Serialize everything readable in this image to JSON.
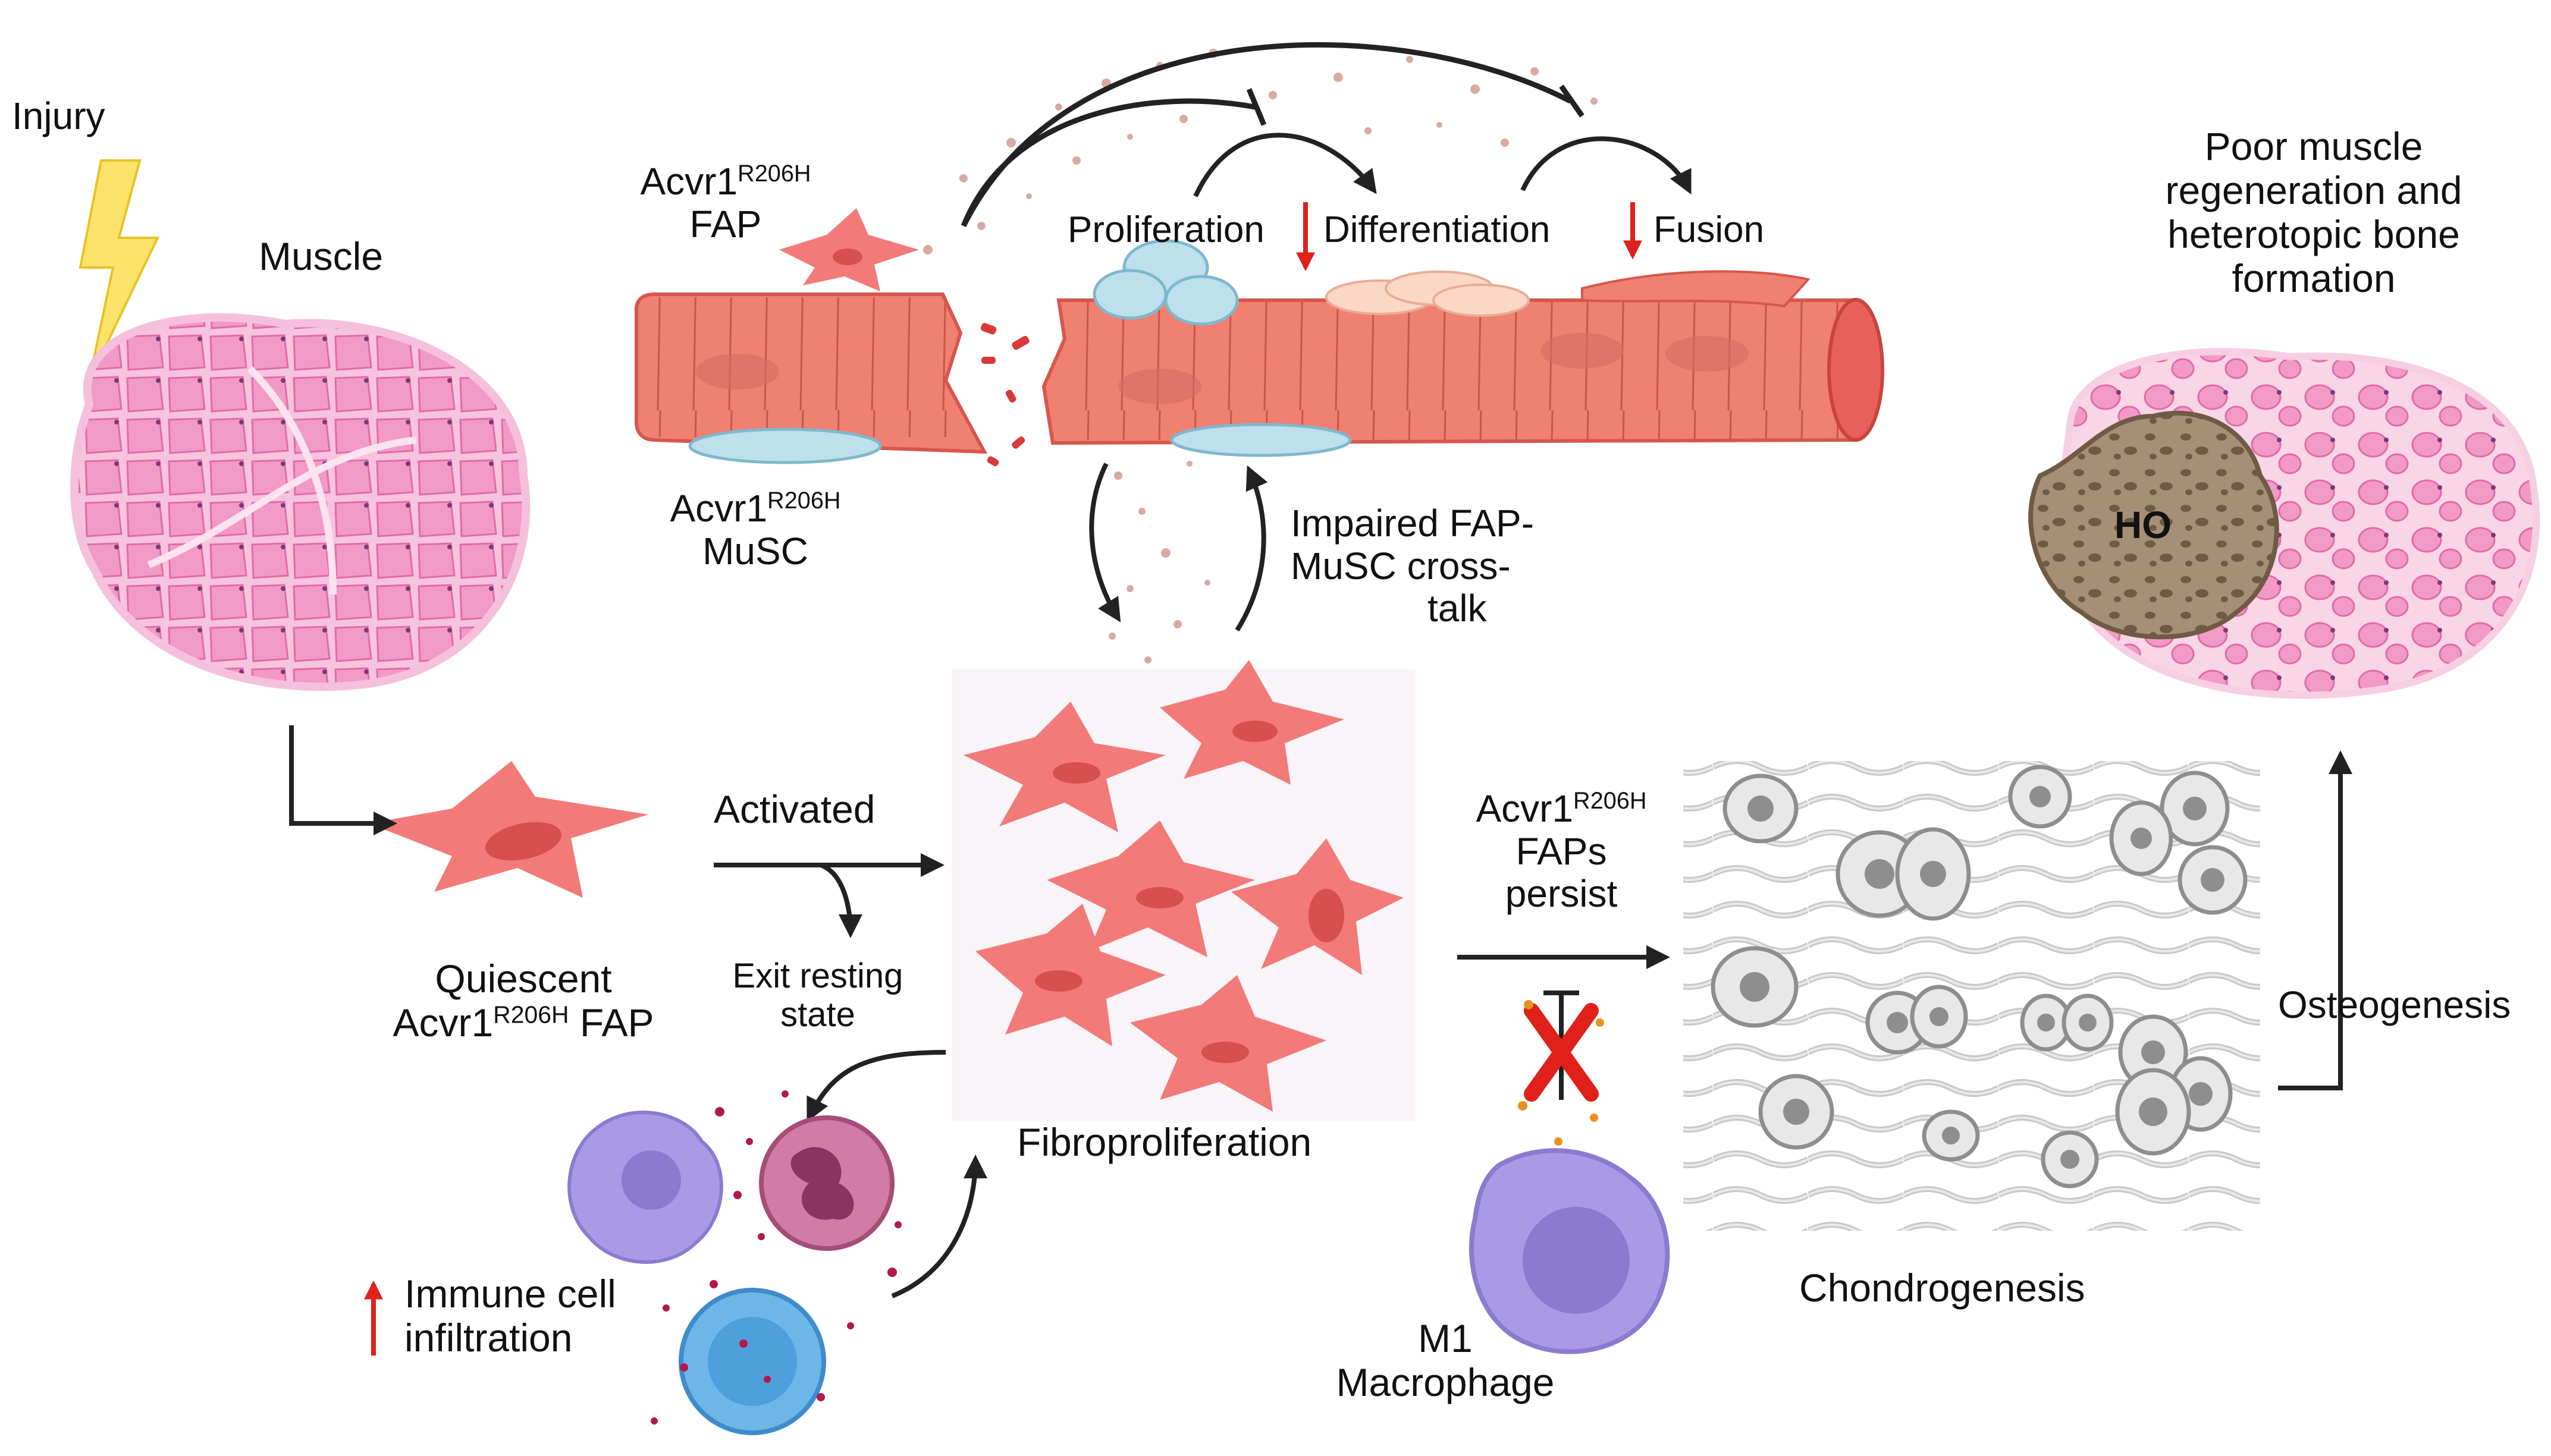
{
  "labels": {
    "injury": "Injury",
    "muscle": "Muscle",
    "acvr1": "Acvr1",
    "r206h": "R206H",
    "fap": "FAP",
    "fap_space": " FAP",
    "musc": "MuSC",
    "proliferation": "Proliferation",
    "differentiation": "Differentiation",
    "fusion": "Fusion",
    "impaired_1": "Impaired FAP-",
    "impaired_2": "MuSC cross-",
    "impaired_3": "talk",
    "poor_1": "Poor muscle",
    "poor_2": "regeneration and",
    "poor_3": "heterotopic bone",
    "poor_4": "formation",
    "ho": "HO",
    "quiescent": "Quiescent",
    "activated": "Activated",
    "exit_1": "Exit resting",
    "exit_2": "state",
    "fibroproliferation": "Fibroproliferation",
    "faps": "FAPs",
    "persist": "persist",
    "osteogenesis": "Osteogenesis",
    "chondrogenesis": "Chondrogenesis",
    "immune_1": "Immune cell",
    "immune_2": "infiltration",
    "m1": "M1",
    "macrophage": "Macrophage"
  },
  "colors": {
    "muscle_pink": "#f29ac6",
    "fap_red": "#f27a78",
    "fiber_red": "#f08070",
    "musc_blue": "#bde0ec",
    "cartilage_gray": "#d6d6d6",
    "bone_brown": "#a58f76",
    "arrow_red": "#e0201a",
    "arrow_black": "#222222",
    "macrophage_purple": "#a99ae6",
    "neutrophil_pink": "#c45c8c",
    "lymphocyte_blue": "#6fb6e8"
  },
  "icons": [
    "lightning-icon",
    "muscle-cross-section-icon",
    "muscle-fiber-icon",
    "fap-cell-icon",
    "satellite-cell-icon",
    "macrophage-icon",
    "neutrophil-icon",
    "lymphocyte-icon",
    "chondrocyte-icon",
    "heterotopic-bone-icon"
  ]
}
